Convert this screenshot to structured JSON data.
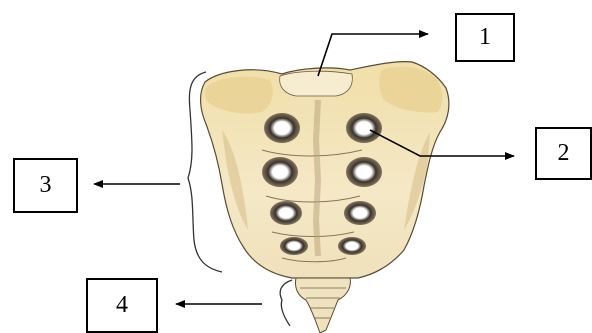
{
  "labels": {
    "l1": "1",
    "l2": "2",
    "l3": "3",
    "l4": "4"
  },
  "colors": {
    "bone": "#f2e6bf",
    "bone_shade": "#e6d29a",
    "bone_outline": "#5a4a35",
    "foramen_dark": "#2f2924",
    "arrow": "#000000"
  }
}
